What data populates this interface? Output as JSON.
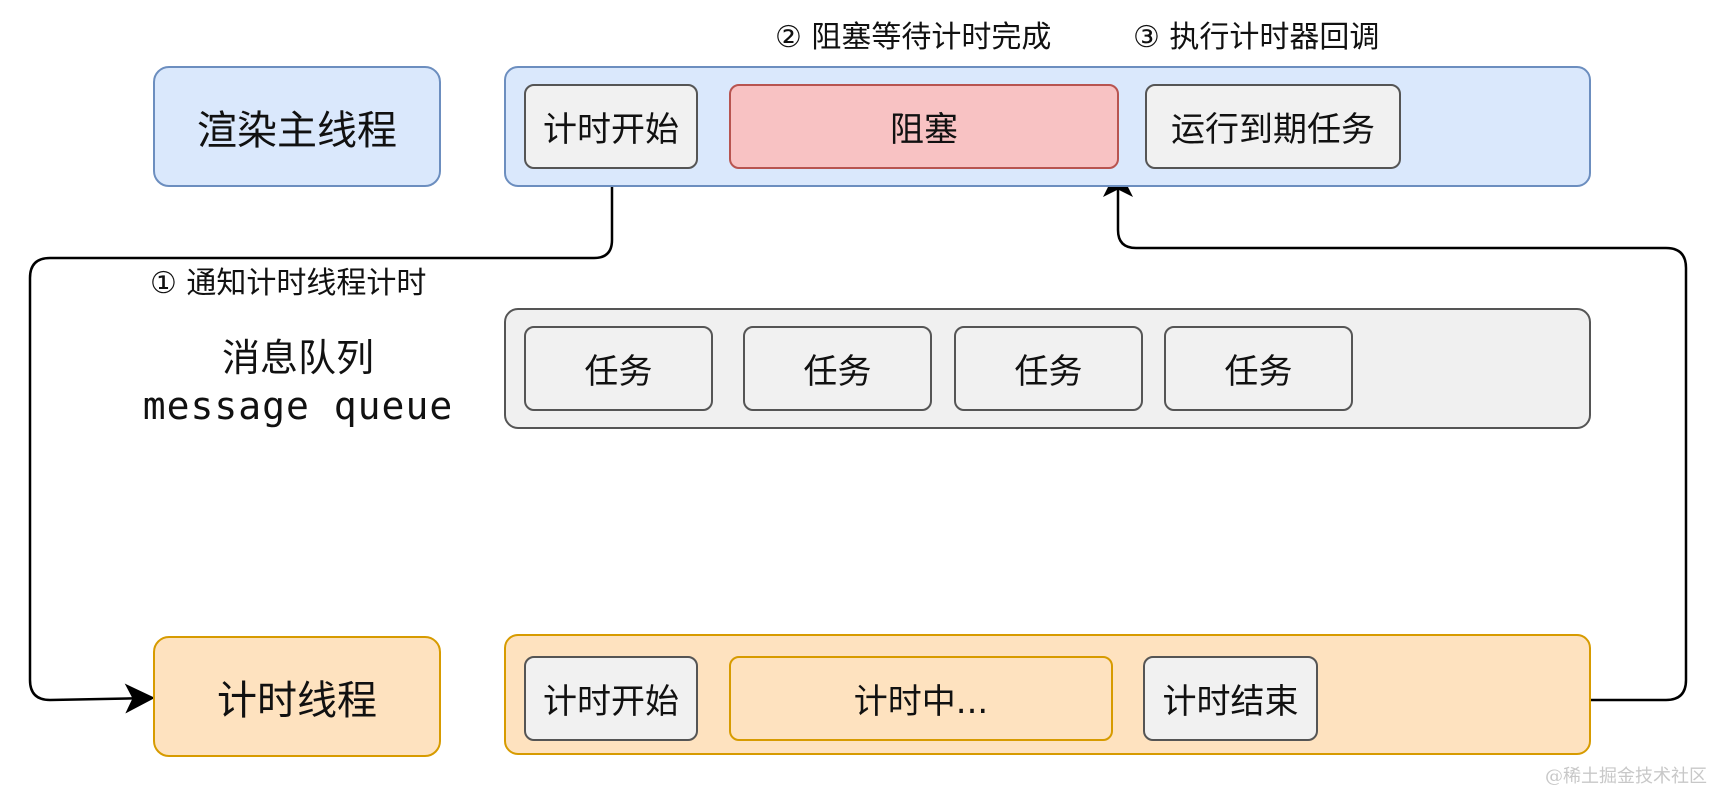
{
  "colors": {
    "blue_fill": "#dae8fc",
    "blue_stroke": "#6c8ebf",
    "gray_fill": "#f0f0f0",
    "gray_stroke": "#555555",
    "red_fill": "#f8c2c3",
    "red_stroke": "#b85450",
    "orange_fill": "#fee2bf",
    "orange_stroke": "#d79b00"
  },
  "render_thread": {
    "label": "渲染主线程",
    "boxes": [
      "计时开始",
      "阻塞",
      "运行到期任务"
    ]
  },
  "message_queue": {
    "label_cn": "消息队列",
    "label_en": "message queue",
    "tasks": [
      "任务",
      "任务",
      "任务",
      "任务"
    ]
  },
  "timer_thread": {
    "label": "计时线程",
    "boxes": [
      "计时开始",
      "计时中...",
      "计时结束"
    ]
  },
  "steps": {
    "step1": "① 通知计时线程计时",
    "step2": "② 阻塞等待计时完成",
    "step3": "③ 执行计时器回调"
  },
  "watermark": "@稀土掘金技术社区"
}
